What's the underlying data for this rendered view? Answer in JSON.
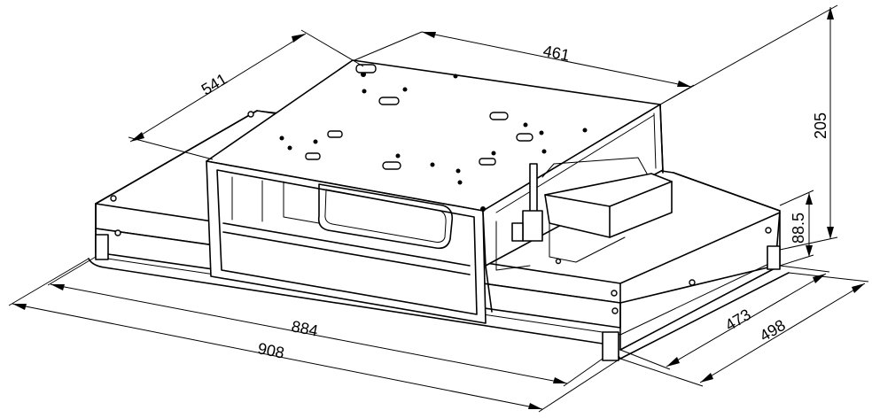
{
  "dimensions": {
    "depth_top": "541",
    "width_top": "461",
    "height_total": "205",
    "height_body": "88.5",
    "width_inner": "884",
    "width_outer": "908",
    "depth_inner": "473",
    "depth_outer": "498"
  }
}
